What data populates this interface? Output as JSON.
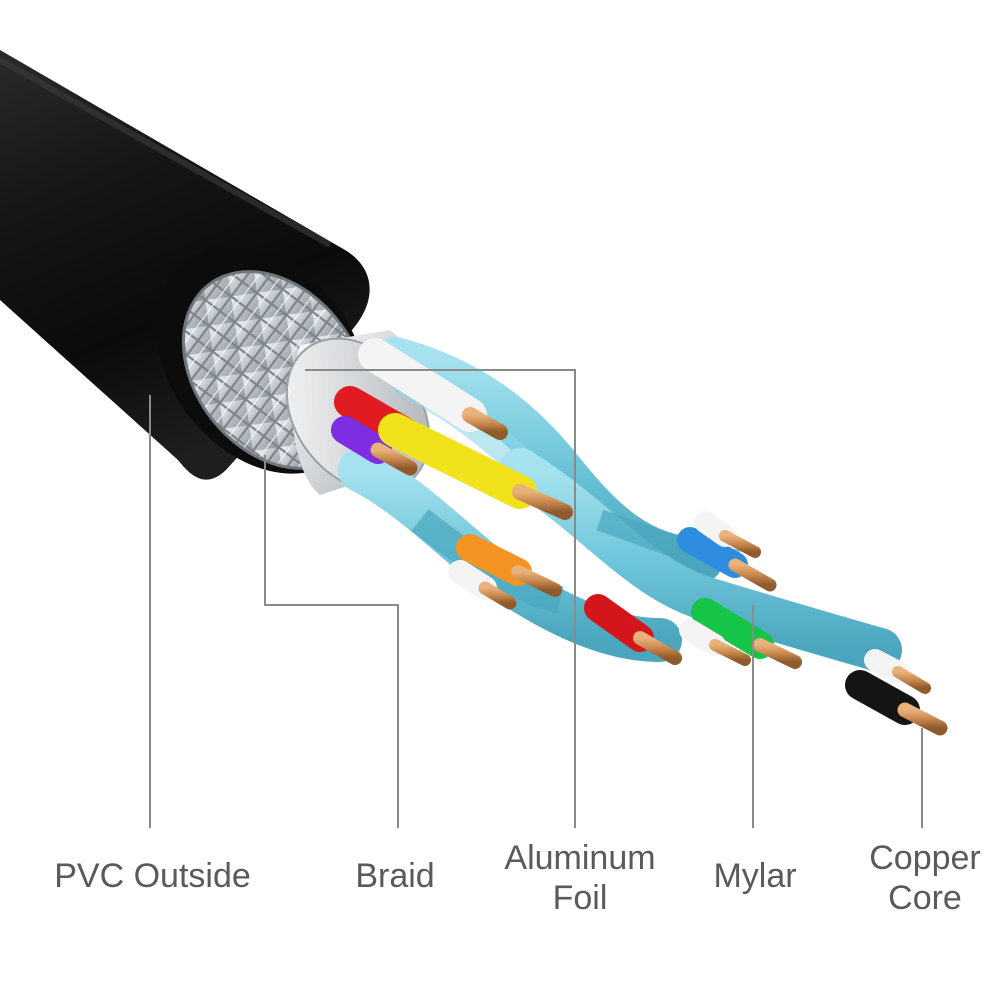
{
  "callouts": {
    "pvc_outside": {
      "lines": [
        "PVC Outside"
      ]
    },
    "braid": {
      "lines": [
        "Braid"
      ]
    },
    "aluminum_foil": {
      "lines": [
        "Aluminum",
        "Foil"
      ]
    },
    "mylar": {
      "lines": [
        "Mylar"
      ]
    },
    "copper_core": {
      "lines": [
        "Copper",
        "Core"
      ]
    }
  },
  "colors": {
    "jacket": "#161616",
    "braid": "#c9ced3",
    "foil": "#e6e8ea",
    "mylar": "#7ccfe0",
    "copper": "#c8884e",
    "leader_line": "#8a8a8a",
    "label_text": "#5a5a5a"
  },
  "wire_colors": [
    "white",
    "red",
    "purple",
    "yellow",
    "orange",
    "blue",
    "green",
    "black"
  ]
}
